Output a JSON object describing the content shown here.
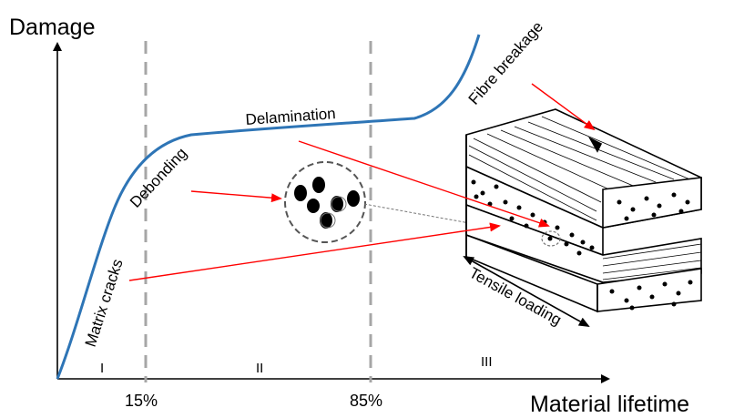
{
  "axes": {
    "y_label": "Damage",
    "x_label": "Material lifetime",
    "ticks": [
      "15%",
      "85%"
    ]
  },
  "stages": [
    "I",
    "II",
    "III"
  ],
  "curve_labels": {
    "matrix_cracks": "Matrix cracks",
    "debonding": "Debonding",
    "delamination": "Delamination",
    "fibre_breakage": "Fibre breakage"
  },
  "specimen": {
    "loading_label": "Tensile loading"
  },
  "colors": {
    "curve": "#2e75b6",
    "arrow": "#ff0000",
    "divider": "#a6a6a6",
    "axis": "#000000"
  }
}
